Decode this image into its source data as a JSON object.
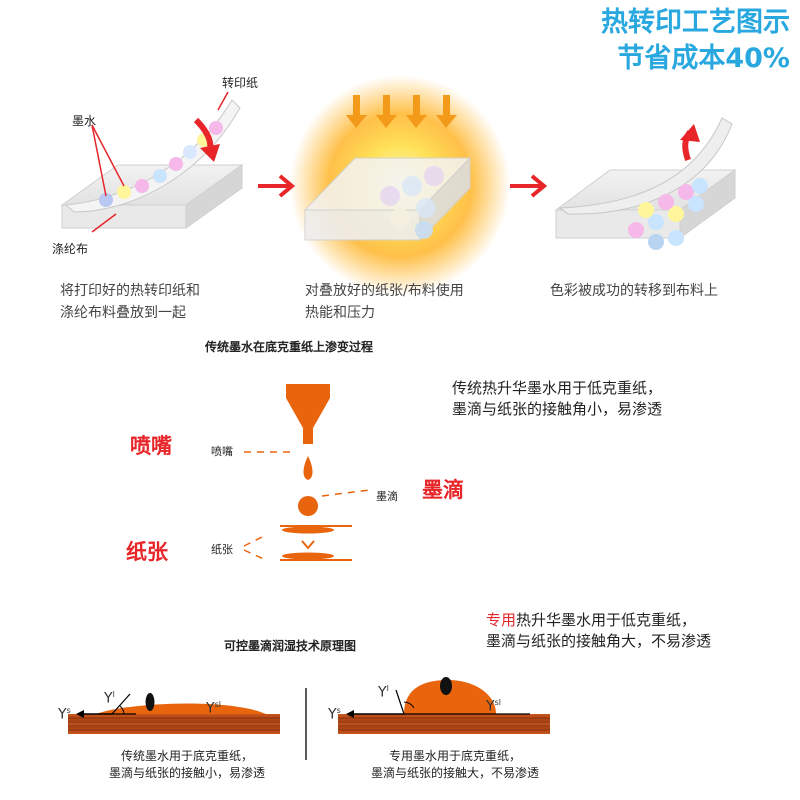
{
  "header": {
    "line1": "热转印工艺图示",
    "line2": "节省成本40%"
  },
  "step1": {
    "label_paper": "转印纸",
    "label_ink": "墨水",
    "label_fabric": "涤纶布",
    "caption_line1": "将打印好的热转印纸和",
    "caption_line2": "涤纶布料叠放到一起"
  },
  "step2": {
    "caption_line1": "对叠放好的纸张/布料使用",
    "caption_line2": "热能和压力"
  },
  "step3": {
    "caption_line1": "色彩被成功的转移到布料上"
  },
  "section1": {
    "title": "传统墨水在底克重纸上渗变过程",
    "note_line1": "传统热升华墨水用于低克重纸，",
    "note_line2": "墨滴与纸张的接触角小，易渗透",
    "nozzle_big": "喷嘴",
    "nozzle_small": "喷嘴",
    "drop_big": "墨滴",
    "drop_small": "墨滴",
    "paper_big": "纸张",
    "paper_small": "纸张"
  },
  "section2": {
    "title": "可控墨滴润湿技术原理图",
    "note_highlight": "专用",
    "note_line1_rest": "热升华墨水用于低克重纸，",
    "note_line2": "墨滴与纸张的接触角大，不易渗透",
    "left": {
      "ys": "Y",
      "ys_sup": "s",
      "yl": "Y",
      "yl_sup": "l",
      "ysl": "Y",
      "ysl_sup": "sl",
      "caption_line1": "传统墨水用于底克重纸，",
      "caption_line2": "墨滴与纸张的接触小，易渗透"
    },
    "right": {
      "ys": "Y",
      "ys_sup": "s",
      "yl": "Y",
      "yl_sup": "l",
      "ysl": "Y",
      "ysl_sup": "sl",
      "caption_line1": "专用墨水用于底克重纸，",
      "caption_line2": "墨滴与纸张的接触大，不易渗透"
    }
  },
  "colors": {
    "header_blue": "#29a8e0",
    "arrow_red": "#e8262a",
    "ink_orange": "#e8650e",
    "heat_orange": "#f39a1a"
  }
}
